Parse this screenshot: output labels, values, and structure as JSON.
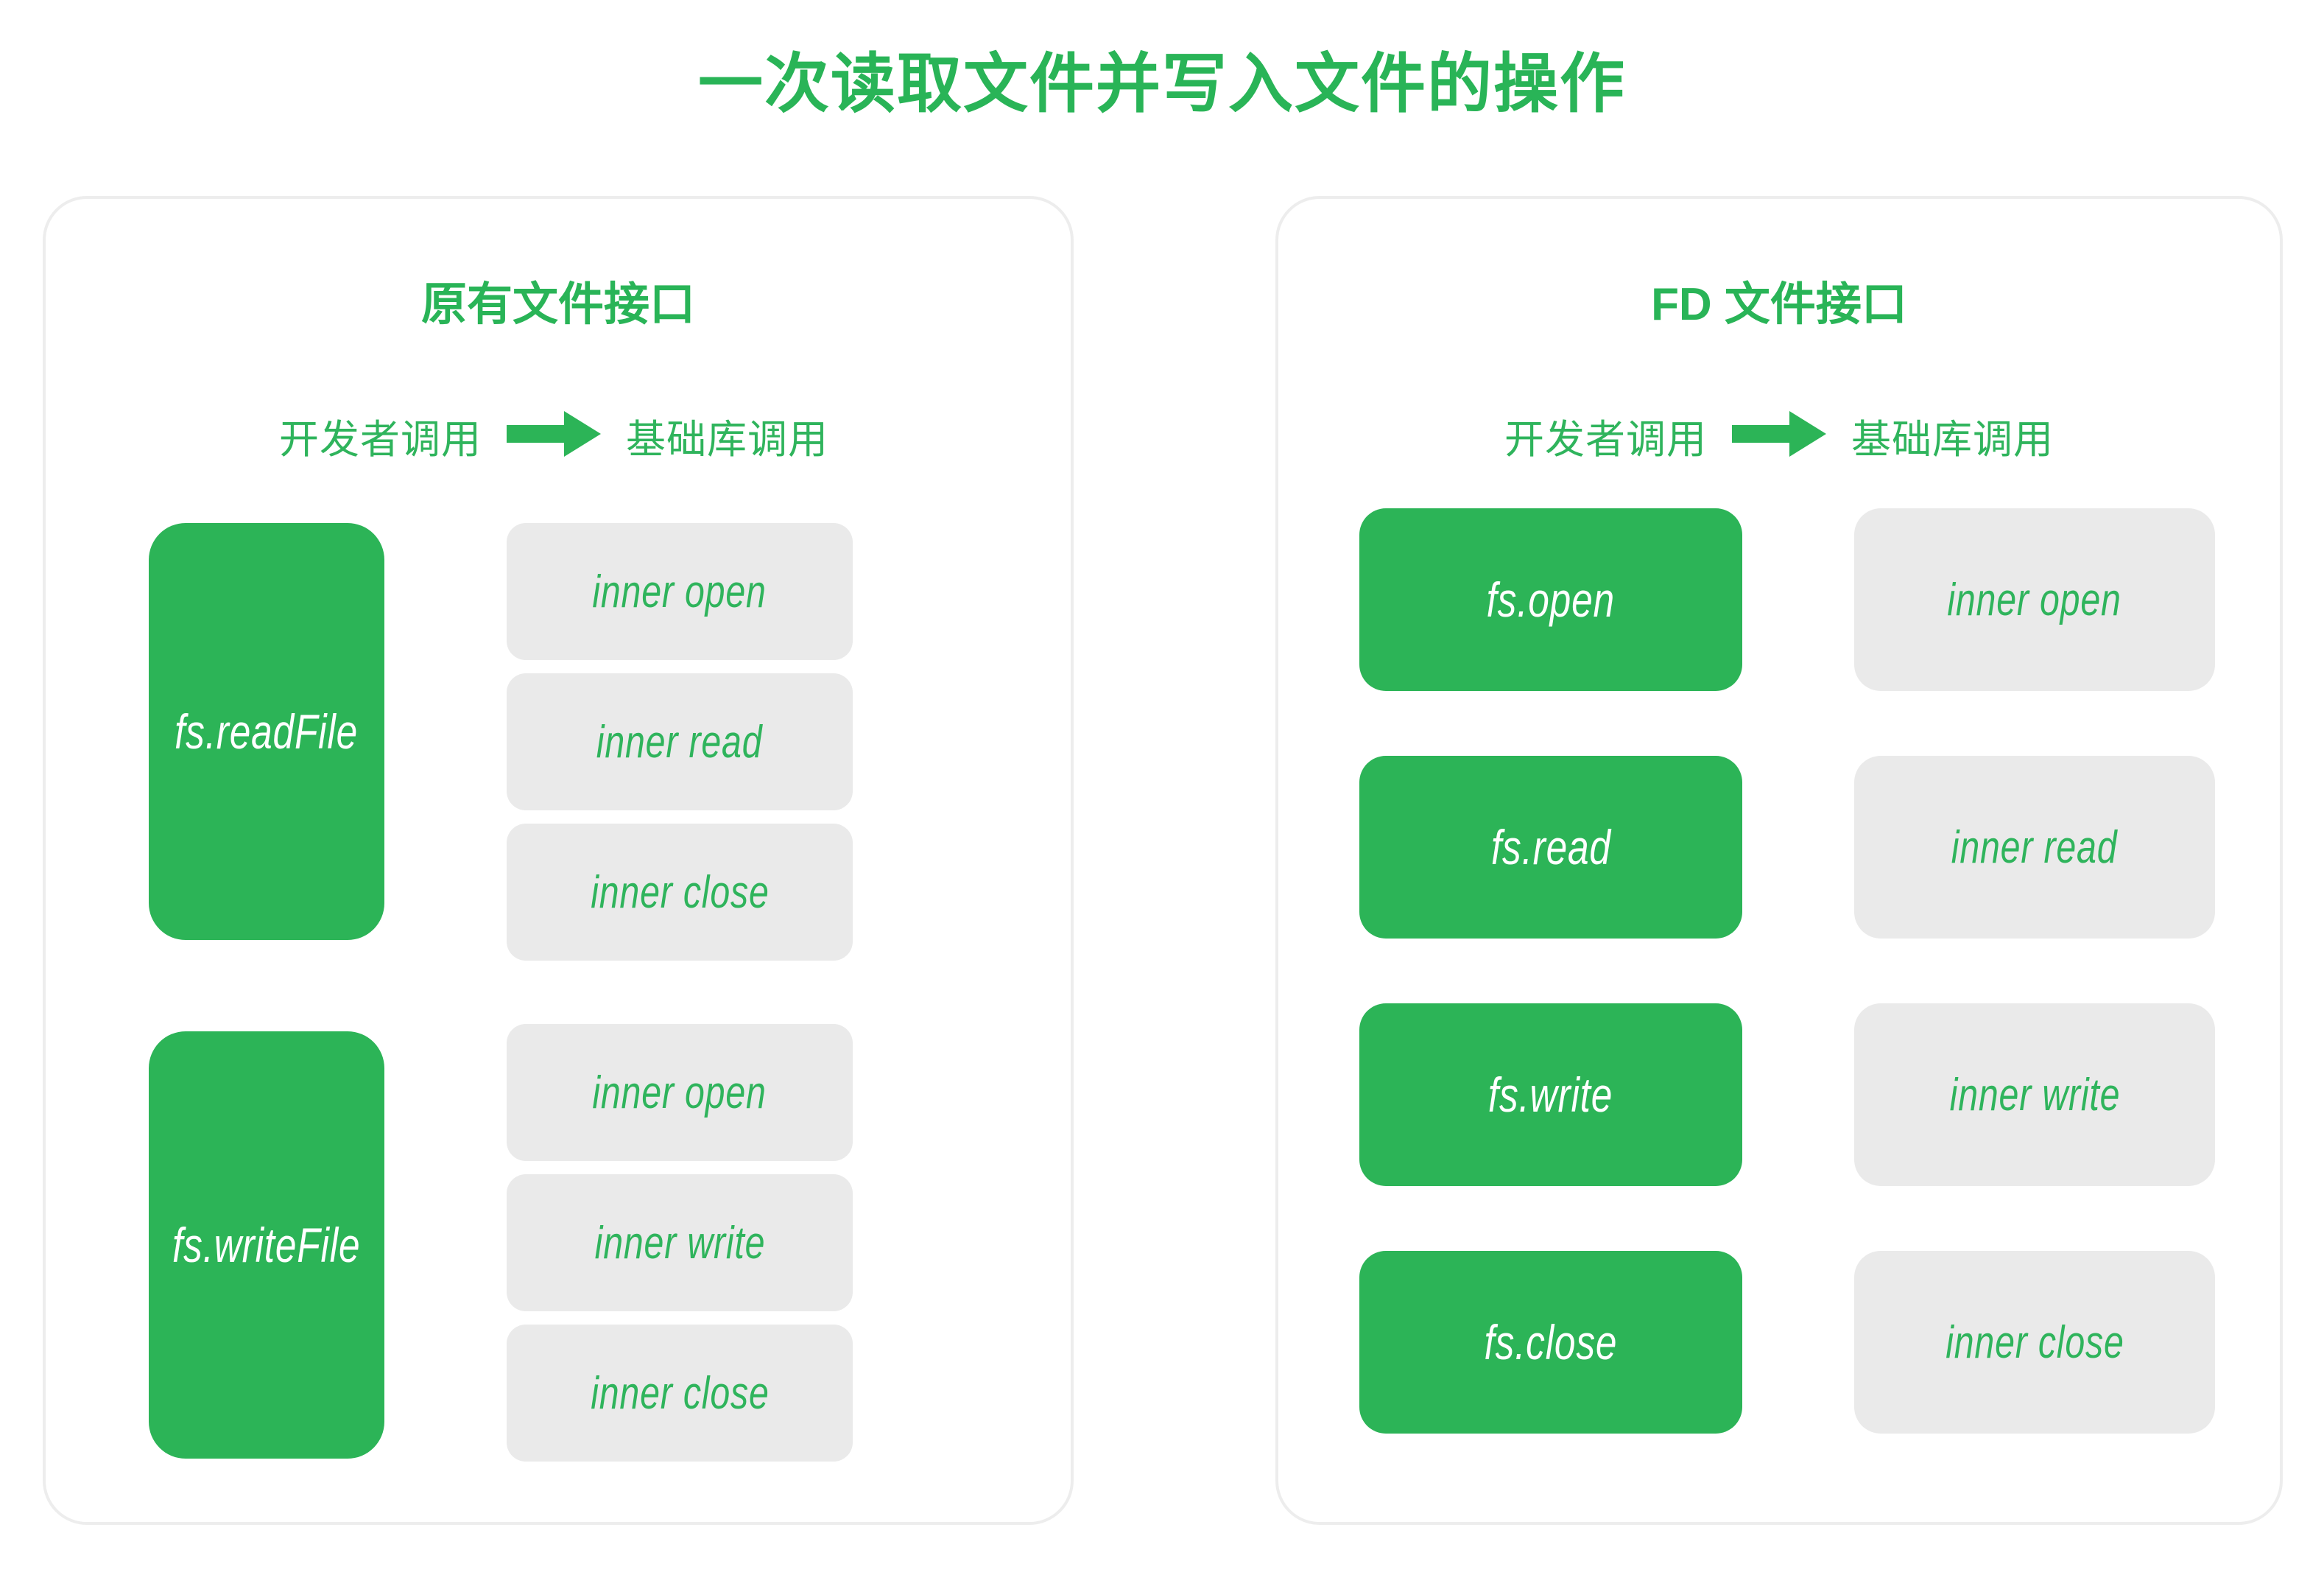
{
  "title": "一次读取文件并写入文件的操作",
  "colors": {
    "brand_green": "#2CB457",
    "text_green": "#2FB45C",
    "gray_card": "#EAEAEA",
    "panel_border": "#EDEDED",
    "background": "#FFFFFF"
  },
  "legend": {
    "developer_call": "开发者调用",
    "library_call": "基础库调用",
    "arrow": "arrow-right-icon"
  },
  "panels": [
    {
      "id": "legacy",
      "title": "原有文件接口",
      "groups": [
        {
          "api": "fs.readFile",
          "inner": [
            "inner open",
            "inner read",
            "inner close"
          ]
        },
        {
          "api": "fs.writeFile",
          "inner": [
            "inner open",
            "inner write",
            "inner close"
          ]
        }
      ]
    },
    {
      "id": "fd",
      "title": "FD 文件接口",
      "rows": [
        {
          "api": "fs.open",
          "inner": "inner open"
        },
        {
          "api": "fs.read",
          "inner": "inner read"
        },
        {
          "api": "fs.write",
          "inner": "inner write"
        },
        {
          "api": "fs.close",
          "inner": "inner close"
        }
      ]
    }
  ]
}
